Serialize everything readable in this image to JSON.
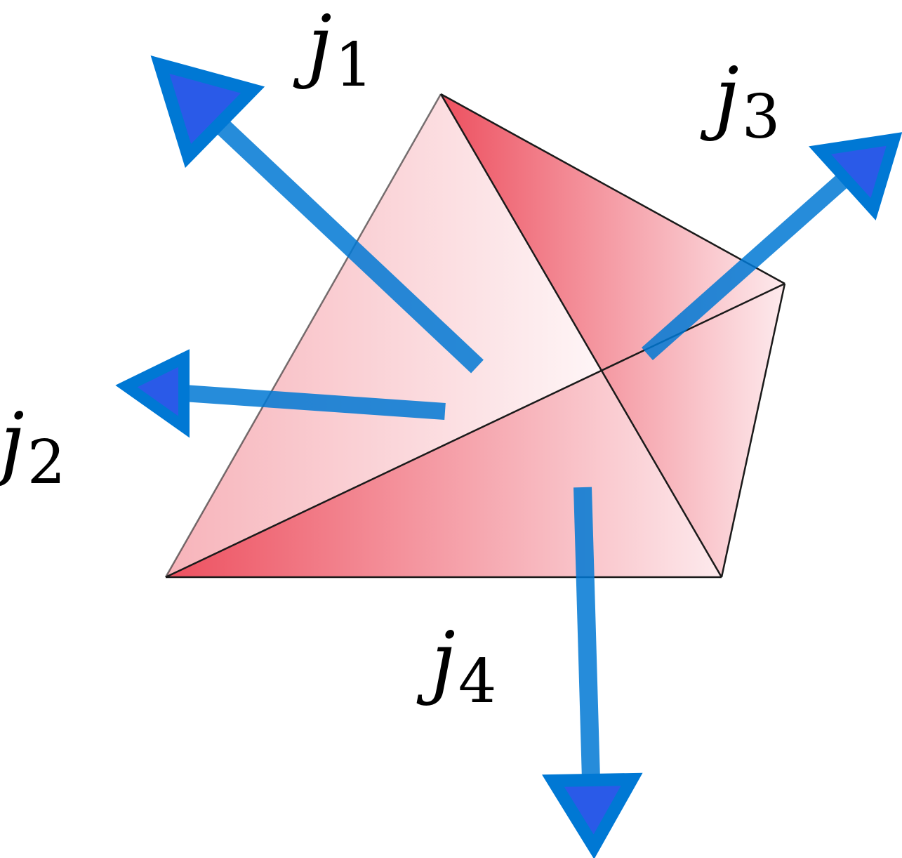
{
  "colors": {
    "face_dark": "#ec4a5a",
    "face_light": "#fdeaec",
    "edge": "#1a1a1a",
    "arrow_stroke": "#0078d4",
    "arrow_head_fill": "#2a5ae8",
    "label": "#000000"
  },
  "labels": {
    "j1": {
      "symbol": "j",
      "subscript": "1"
    },
    "j2": {
      "symbol": "j",
      "subscript": "2"
    },
    "j3": {
      "symbol": "j",
      "subscript": "3"
    },
    "j4": {
      "symbol": "j",
      "subscript": "4"
    }
  }
}
